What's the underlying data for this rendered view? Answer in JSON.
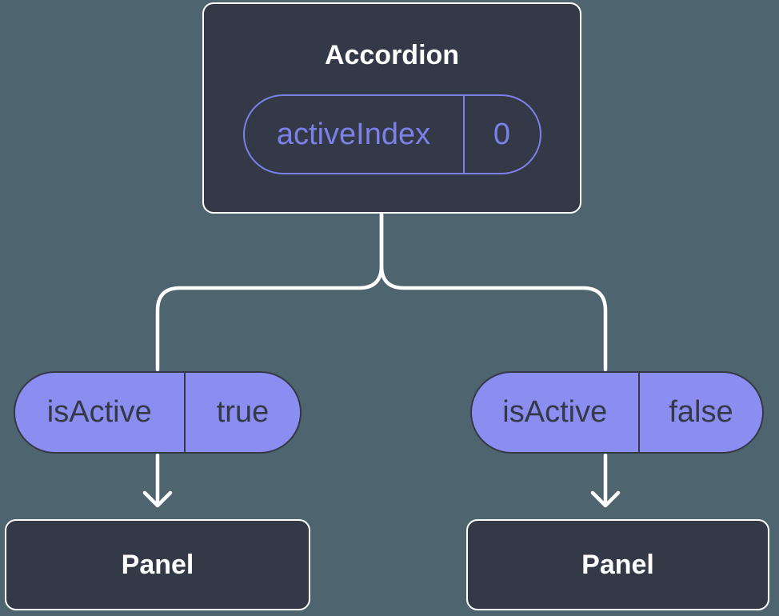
{
  "colors": {
    "background": "#4e646e",
    "node_fill": "#333947",
    "node_border": "#ffffff",
    "node_text": "#ffffff",
    "accent_purple": "#7c81e8",
    "state_pill_fill": "#8b8ef0",
    "state_pill_text": "#333947",
    "connector": "#ffffff"
  },
  "tree": {
    "root": {
      "label": "Accordion",
      "prop": {
        "name": "activeIndex",
        "value": "0"
      }
    },
    "children": [
      {
        "state": {
          "name": "isActive",
          "value": "true"
        },
        "label": "Panel"
      },
      {
        "state": {
          "name": "isActive",
          "value": "false"
        },
        "label": "Panel"
      }
    ]
  }
}
